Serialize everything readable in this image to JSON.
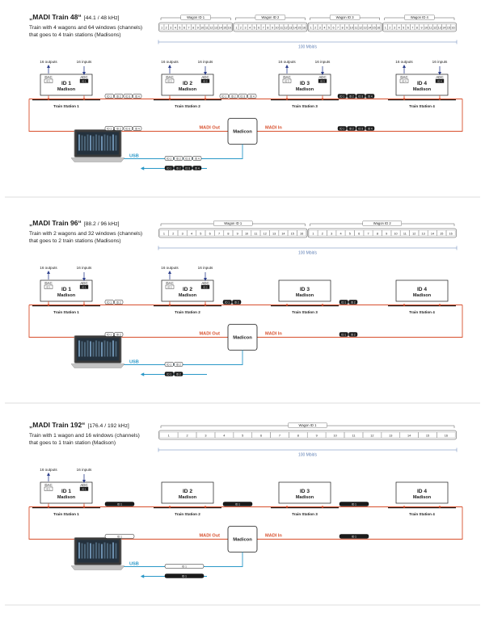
{
  "colors": {
    "madi": "#d84f2c",
    "usb": "#2a98c8",
    "bandwidth": "#5e7fb5",
    "arrow_out": "#2c3f8c",
    "dark": "#1a1a1a",
    "rule": "#bdbdbd"
  },
  "common": {
    "outputs": "16 outputs",
    "inputs": "16 inputs",
    "dac": "DAC",
    "adc": "ADC",
    "device": "Madison",
    "madicon": "Madicon",
    "madi_out": "MADI Out",
    "madi_in": "MADI In",
    "usb": "USB",
    "bandwidth": "100 Mbit/s",
    "stations": [
      "Train Station 1",
      "Train Station 2",
      "Train Station 3",
      "Train Station 4"
    ],
    "ids": [
      "ID 1",
      "ID 2",
      "ID 3",
      "ID 4"
    ]
  },
  "sections": [
    {
      "title": "„MADI Train 48“",
      "rate": "[44.1 / 48 kHz]",
      "desc1": "Train with 4 wagons and 64 windows (channels)",
      "desc2": "that goes to 4 train stations (Madisons)",
      "wagons": [
        "Wagon ID 1",
        "Wagon ID 2",
        "Wagon ID 3",
        "Wagon ID 4"
      ],
      "channels": [
        "1",
        "2",
        "3",
        "4",
        "5",
        "6",
        "7",
        "8",
        "9",
        "10",
        "11",
        "12",
        "13",
        "14",
        "15",
        "16"
      ],
      "chip_labels": [
        "ID 1",
        "ID 2",
        "ID 3",
        "ID 4"
      ]
    },
    {
      "title": "„MADI Train 96“",
      "rate": "[88.2 / 96 kHz]",
      "desc1": "Train with 2 wagons and 32 windows (channels)",
      "desc2": "that goes to 2 train stations (Madisons)",
      "wagons": [
        "Wagon ID 1",
        "Wagon ID 2"
      ],
      "channels": [
        "1",
        "2",
        "3",
        "4",
        "5",
        "6",
        "7",
        "8",
        "9",
        "10",
        "11",
        "12",
        "13",
        "14",
        "15",
        "16"
      ],
      "chip_labels": [
        "ID 1",
        "ID 2"
      ]
    },
    {
      "title": "„MADI Train 192“",
      "rate": "[176.4 / 192 kHz]",
      "desc1": "Train with 1 wagon and 16 windows (channels)",
      "desc2": "that goes to 1 train station (Madison)",
      "wagons": [
        "Wagon ID 1"
      ],
      "channels": [
        "1",
        "2",
        "3",
        "4",
        "5",
        "6",
        "7",
        "8",
        "9",
        "10",
        "11",
        "12",
        "13",
        "14",
        "15",
        "16"
      ],
      "chip_labels": [
        "ID 1"
      ]
    }
  ]
}
